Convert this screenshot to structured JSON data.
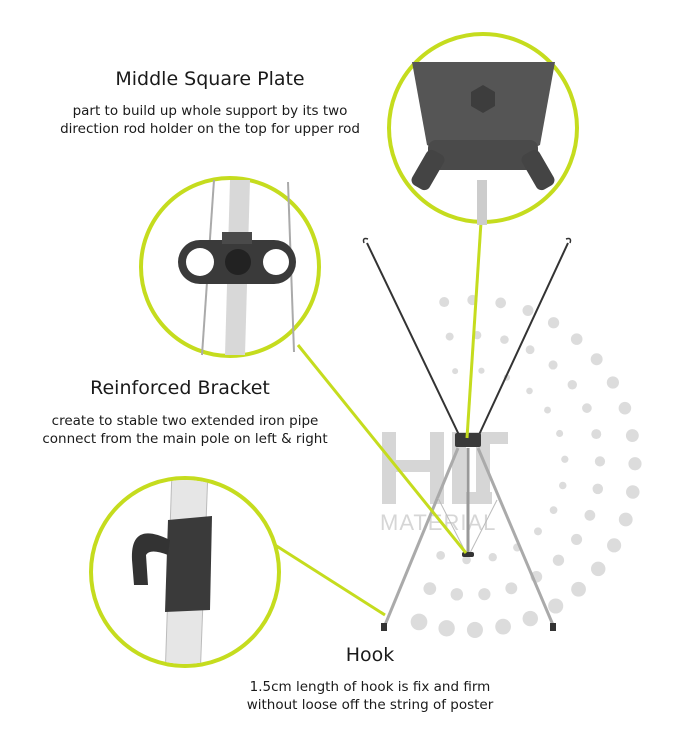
{
  "accent_color": "#c5dc1e",
  "watermark": {
    "line1": "HLT",
    "line2": "MATERIAL"
  },
  "callouts": [
    {
      "title": "Middle Square Plate",
      "desc": [
        "part to build up whole support by its two",
        "direction rod holder on the top for upper rod"
      ]
    },
    {
      "title": "Reinforced Bracket",
      "desc": [
        "create to stable two extended iron pipe",
        "connect from the main pole on left & right"
      ]
    },
    {
      "title": "Hook",
      "desc": [
        "1.5cm length of hook is fix and firm",
        "without loose off the string of poster"
      ]
    }
  ]
}
